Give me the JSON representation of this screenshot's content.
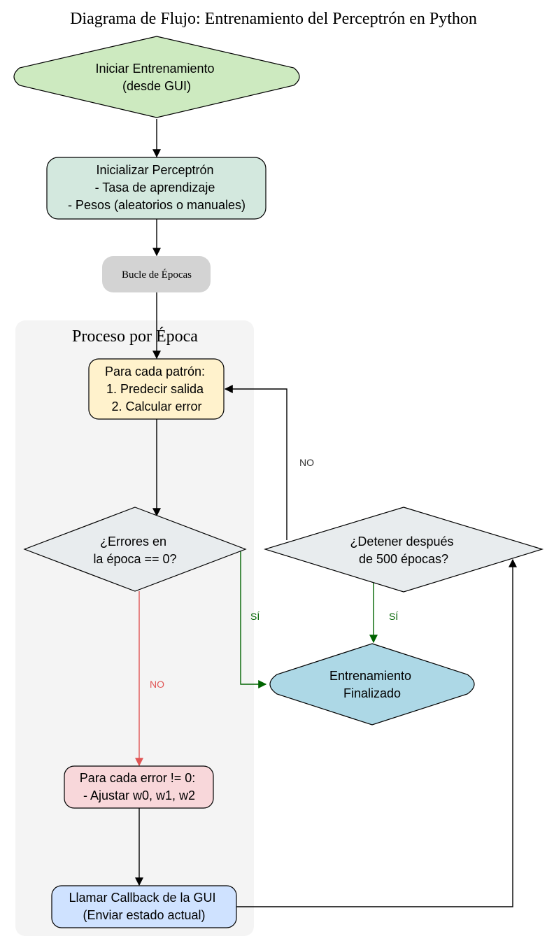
{
  "title": "Diagrama de Flujo: Entrenamiento del Perceptrón en Python",
  "cluster": {
    "label": "Proceso por Época"
  },
  "nodes": {
    "start": {
      "lines": [
        "Iniciar Entrenamiento",
        "(desde GUI)"
      ],
      "color": "#cdeac0"
    },
    "init": {
      "lines": [
        "Inicializar Perceptrón",
        "- Tasa de aprendizaje",
        "- Pesos (aleatorios o manuales)"
      ],
      "color": "#d3e8de"
    },
    "epoch_loop": {
      "lines": [
        "Bucle de Épocas"
      ],
      "color": "#d3d3d3"
    },
    "pattern": {
      "lines": [
        "Para cada patrón:",
        "1. Predecir salida",
        "2. Calcular error"
      ],
      "color": "#fff2cc"
    },
    "errors_check": {
      "lines": [
        "¿Errores en",
        "la época == 0?"
      ],
      "color": "#e8ecee"
    },
    "stop_check": {
      "lines": [
        "¿Detener después",
        "de 500 épocas?"
      ],
      "color": "#e8ecee"
    },
    "finished": {
      "lines": [
        "Entrenamiento",
        "Finalizado"
      ],
      "color": "#add8e6"
    },
    "adjust": {
      "lines": [
        "Para cada error != 0:",
        "- Ajustar w0, w1, w2"
      ],
      "color": "#f8d7da"
    },
    "callback": {
      "lines": [
        "Llamar Callback de la GUI",
        "(Enviar estado actual)"
      ],
      "color": "#cfe2ff"
    }
  },
  "edge_labels": {
    "stop_no": "NO",
    "errors_yes": "SÍ",
    "stop_yes": "SÍ",
    "errors_no": "NO"
  },
  "colors": {
    "yes_edge": "#006400",
    "no_edge": "#e05555",
    "default_edge": "#000000",
    "cluster_fill": "#f4f4f4"
  }
}
